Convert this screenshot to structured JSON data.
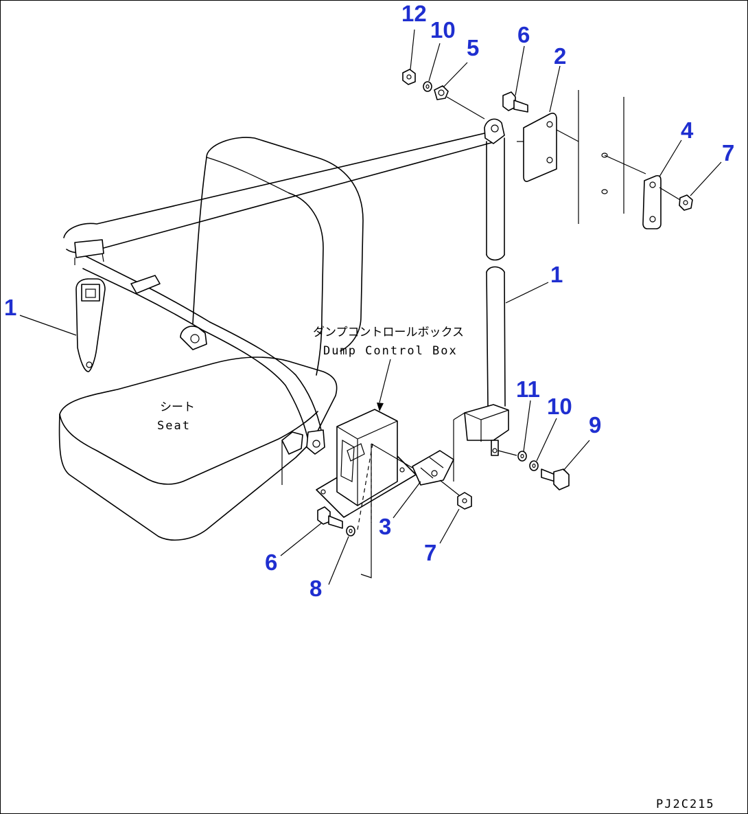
{
  "colors": {
    "callout": "#1f2fd0",
    "ink": "#000000"
  },
  "labels": {
    "dump_control_box_jp": "ダンプコントロールボックス",
    "dump_control_box_en": "Dump Control Box",
    "seat_jp": "シート",
    "seat_en": "Seat",
    "drawing_code": "PJ2C215"
  },
  "callouts": {
    "c12_top": "12",
    "c10_top": "10",
    "c5": "5",
    "c6_top": "6",
    "c2": "2",
    "c4": "4",
    "c7_right": "7",
    "c1_left": "1",
    "c1_right": "1",
    "c11": "11",
    "c10_lower": "10",
    "c9": "9",
    "c3": "3",
    "c7_lower": "7",
    "c6_lower": "6",
    "c8": "8"
  }
}
